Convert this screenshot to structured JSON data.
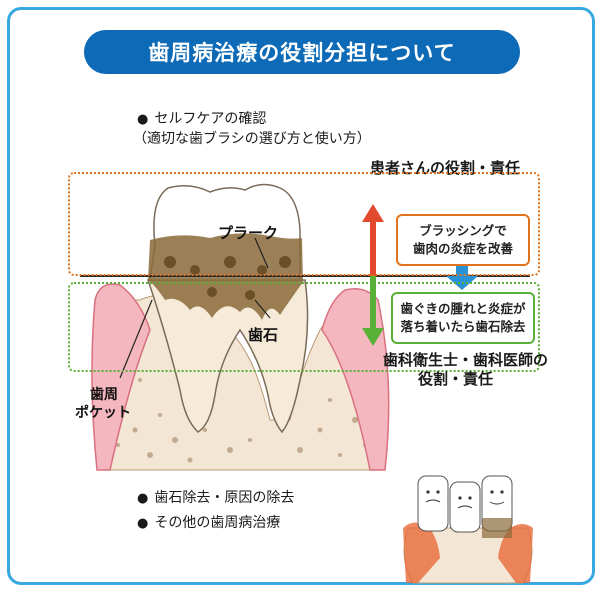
{
  "title": "歯周病治療の役割分担について",
  "self_care": {
    "line1": "セルフケアの確認",
    "line2": "（適切な歯ブラシの選び方と使い方）"
  },
  "patient_role": "患者さんの役割・責任",
  "brushing_box": {
    "line1": "ブラッシングで",
    "line2": "歯肉の炎症を改善"
  },
  "scaling_box": {
    "line1": "歯ぐきの腫れと炎症が",
    "line2": "落ち着いたら歯石除去"
  },
  "professional_role": {
    "line1": "歯科衛生士・歯科医師の",
    "line2": "役割・責任"
  },
  "tooth_labels": {
    "plaque": "プラーク",
    "calculus": "歯石",
    "pocket_line1": "歯周",
    "pocket_line2": "ポケット"
  },
  "bottom_items": [
    "歯石除去・原因の除去",
    "その他の歯周病治療"
  ],
  "colors": {
    "title_bg": "#0d6ab6",
    "frame": "#37a9e0",
    "patient_zone": "#e2731e",
    "professional_zone": "#58b036",
    "arrow_red": "#e2492f",
    "arrow_green": "#58b036",
    "arrow_blue": "#2a93d5"
  }
}
